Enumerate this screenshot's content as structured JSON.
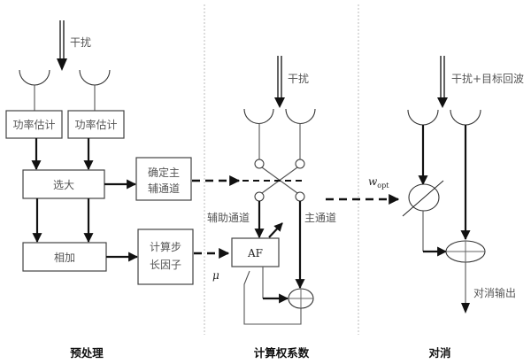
{
  "sections": {
    "preprocess": "预处理",
    "compute_weights": "计算权系数",
    "cancel": "对消"
  },
  "preprocess": {
    "interference_label": "干扰",
    "power_estimate_1": "功率估计",
    "power_estimate_2": "功率估计",
    "select_max": "选大",
    "sum": "相加",
    "determine_channel_line1": "确定主",
    "determine_channel_line2": "辅通道",
    "step_factor_line1": "计算步",
    "step_factor_line2": "长因子"
  },
  "compute": {
    "interference_label": "干扰",
    "aux_channel": "辅助通道",
    "main_channel": "主通道",
    "af_block": "AF",
    "mu_symbol": "μ"
  },
  "cancel": {
    "input_label": "干扰+目标回波",
    "weight_symbol": "w",
    "weight_subscript": "opt",
    "output_label": "对消输出"
  }
}
